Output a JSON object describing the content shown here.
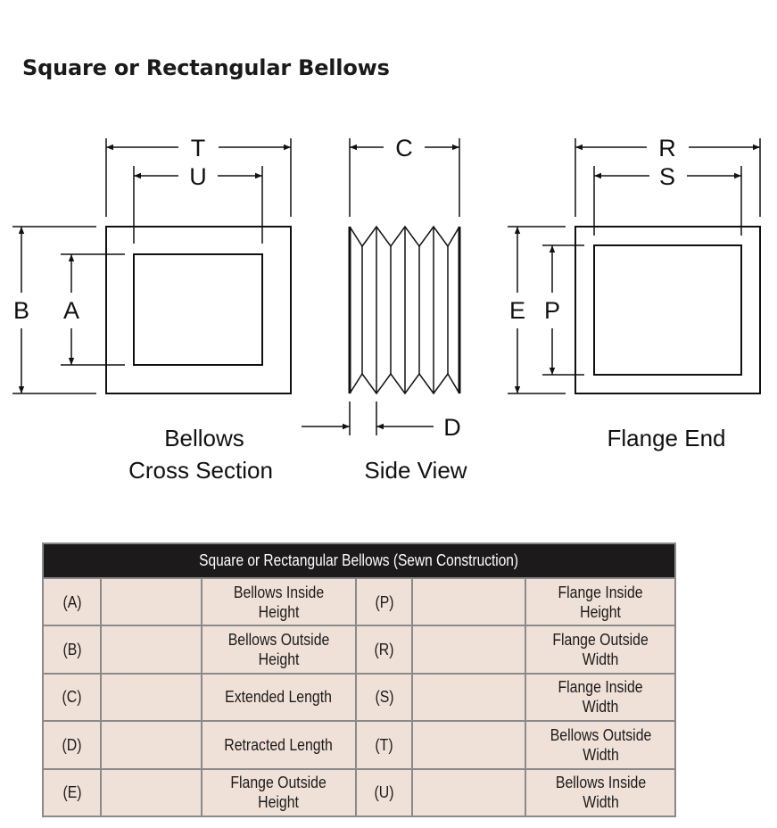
{
  "title": "Square or Rectangular Bellows",
  "diagram": {
    "labels": {
      "T": "T",
      "U": "U",
      "C": "C",
      "R": "R",
      "S": "S",
      "B": "B",
      "A": "A",
      "E": "E",
      "P": "P",
      "D": "D"
    },
    "captions": {
      "cross_section_line1": "Bellows",
      "cross_section_line2": "Cross Section",
      "side_view": "Side View",
      "flange_end": "Flange End"
    }
  },
  "table": {
    "header": "Square or Rectangular Bellows (Sewn Construction)",
    "rows": [
      {
        "left_code": "(A)",
        "left_label": [
          "Bellows Inside",
          "Height"
        ],
        "right_code": "(P)",
        "right_label": [
          "Flange Inside",
          "Height"
        ]
      },
      {
        "left_code": "(B)",
        "left_label": [
          "Bellows Outside",
          "Height"
        ],
        "right_code": "(R)",
        "right_label": [
          "Flange Outside",
          "Width"
        ]
      },
      {
        "left_code": "(C)",
        "left_label": [
          "Extended Length"
        ],
        "right_code": "(S)",
        "right_label": [
          "Flange Inside",
          "Width"
        ]
      },
      {
        "left_code": "(D)",
        "left_label": [
          "Retracted Length"
        ],
        "right_code": "(T)",
        "right_label": [
          "Bellows Outside",
          "Width"
        ]
      },
      {
        "left_code": "(E)",
        "left_label": [
          "Flange Outside",
          "Height"
        ],
        "right_code": "(U)",
        "right_label": [
          "Bellows Inside",
          "Width"
        ]
      }
    ]
  },
  "colors": {
    "header_bg": "#1d1a1b",
    "cell_bg": "#f0e1d8",
    "border": "#8a8a8a"
  }
}
